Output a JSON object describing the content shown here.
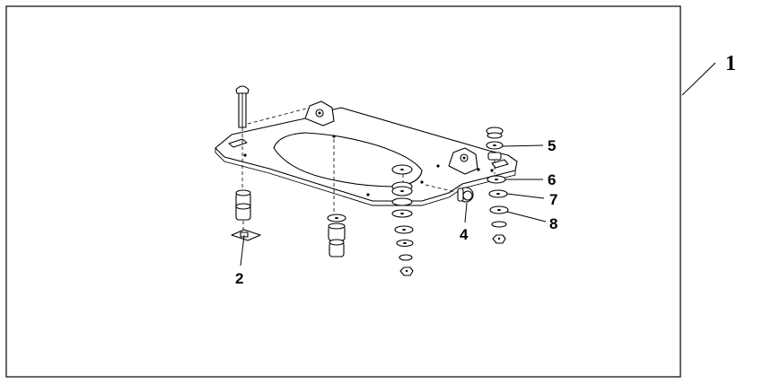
{
  "callouts": {
    "kit": "1",
    "spacer_nut": "2",
    "rubber_mount": "4",
    "washer_a": "5",
    "washer_b": "6",
    "washer_c": "7",
    "washer_d": "8"
  }
}
